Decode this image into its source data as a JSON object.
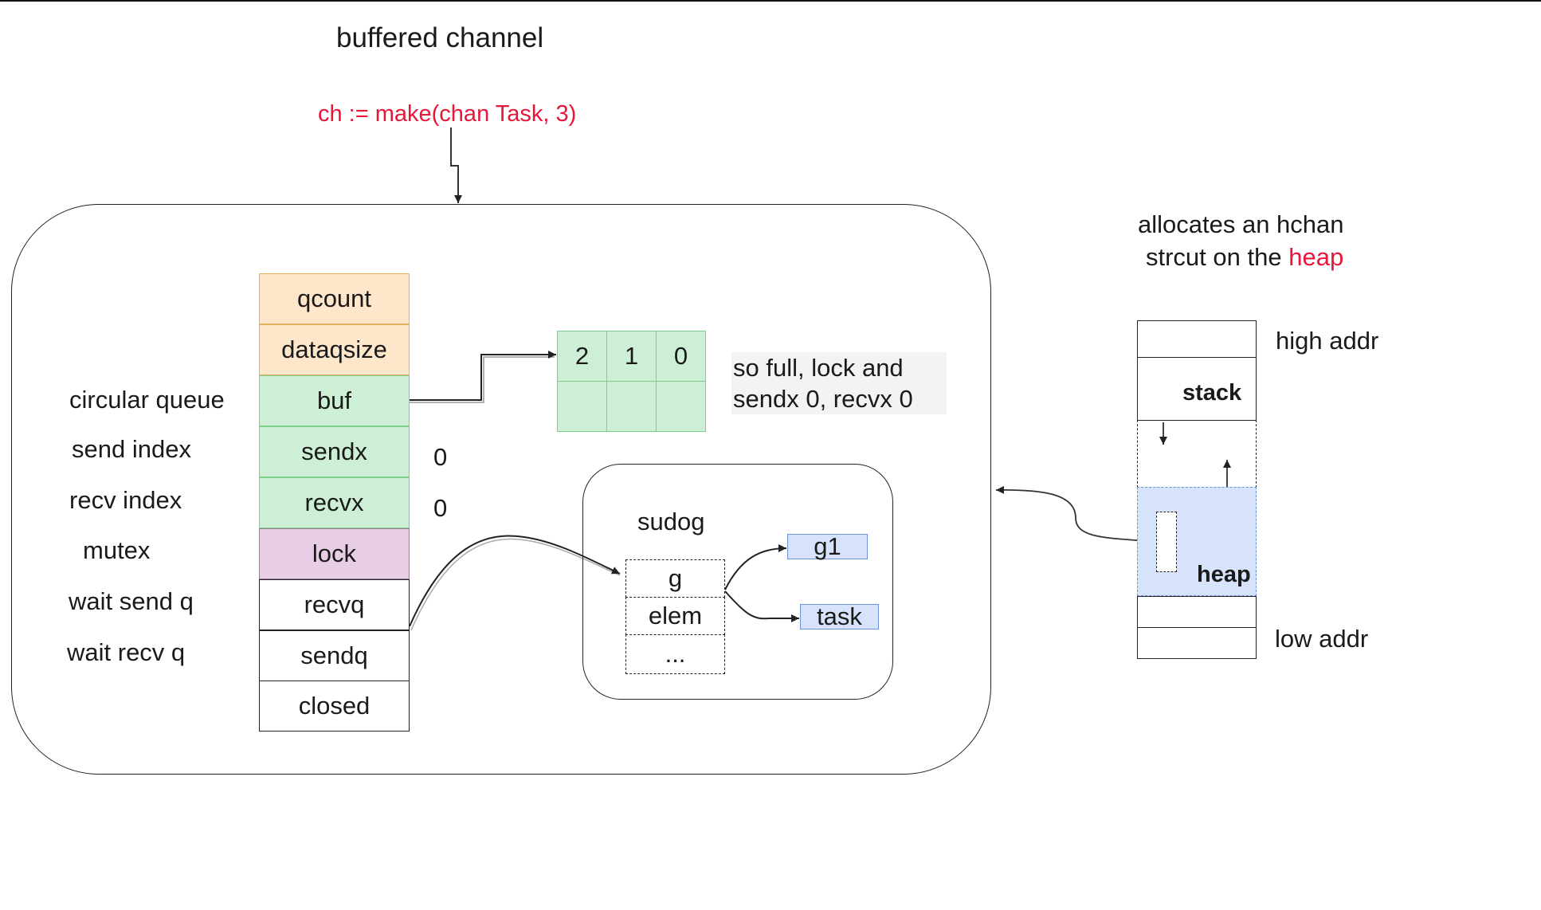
{
  "title": "buffered channel",
  "code": "ch := make(chan Task, 3)",
  "hchan_fields": [
    {
      "name": "qcount",
      "desc": "",
      "value": ""
    },
    {
      "name": "dataqsize",
      "desc": "",
      "value": ""
    },
    {
      "name": "buf",
      "desc": "circular queue",
      "value": ""
    },
    {
      "name": "sendx",
      "desc": "send index",
      "value": "0"
    },
    {
      "name": "recvx",
      "desc": "recv index",
      "value": "0"
    },
    {
      "name": "lock",
      "desc": "mutex",
      "value": ""
    },
    {
      "name": "recvq",
      "desc": "wait send q",
      "value": ""
    },
    {
      "name": "sendq",
      "desc": "wait recv q",
      "value": ""
    },
    {
      "name": "closed",
      "desc": "",
      "value": ""
    }
  ],
  "buffer": {
    "slots": [
      "2",
      "1",
      "0"
    ],
    "note_line1": "so full, lock and",
    "note_line2": "sendx 0, recvx 0"
  },
  "sudog": {
    "title": "sudog",
    "fields": [
      "g",
      "elem",
      "..."
    ],
    "g_target": "g1",
    "elem_target": "task"
  },
  "heap_note": {
    "line1": "allocates an hchan",
    "line2_prefix": "strcut on the ",
    "line2_highlight": "heap"
  },
  "memory": {
    "high_label": "high addr",
    "low_label": "low addr",
    "stack_label": "stack",
    "heap_label": "heap"
  },
  "colors": {
    "accent_red": "#e8173a",
    "orange_fill": "#fde6c9",
    "green_fill": "#ccefd5",
    "purple_fill": "#e7cde5",
    "blue_fill": "#d6e3fb"
  }
}
